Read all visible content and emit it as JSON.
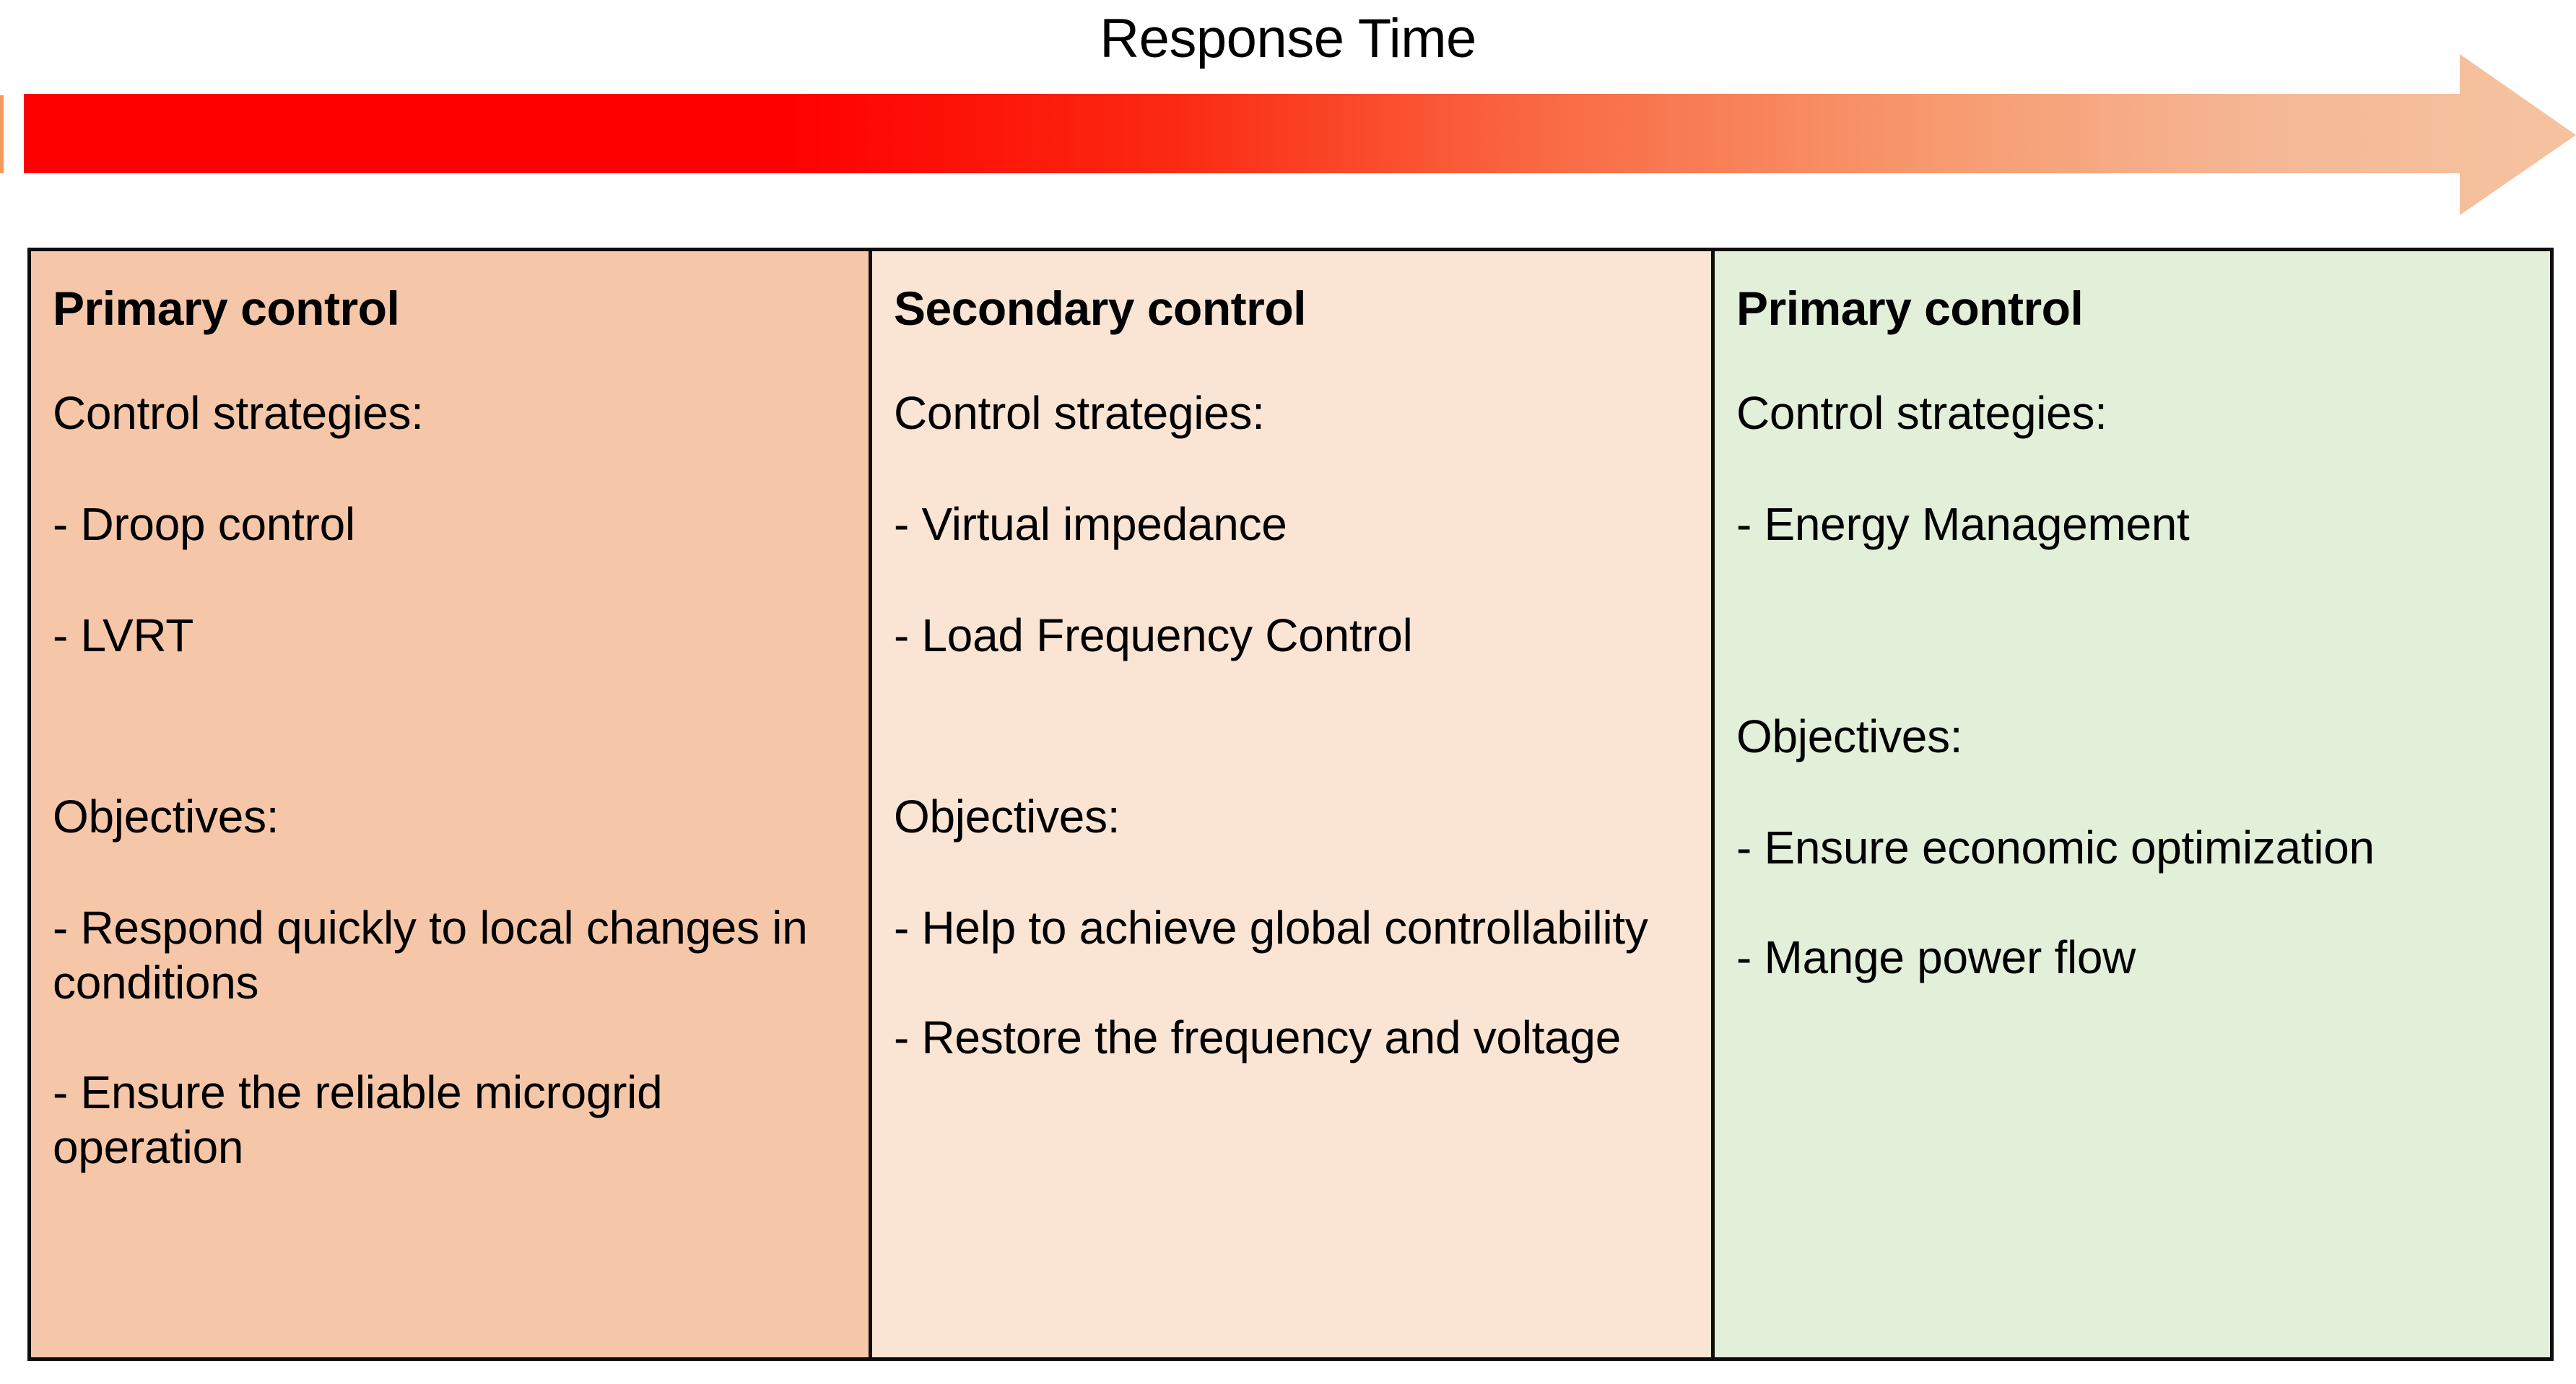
{
  "diagram": {
    "axis_title": "Response Time",
    "arrow": {
      "name": "response-time-gradient-arrow",
      "direction": "left-to-right",
      "gradient_start_color": "#FF0000",
      "gradient_end_color": "#F5C3A0",
      "meaning": "response time increases from left (fastest) to right (slowest)"
    },
    "colors": {
      "column_1_bg": "#F5C7A8",
      "column_2_bg": "#FAE4D3",
      "column_3_bg": "#E2EFD9",
      "border": "#0D0D0D",
      "text": "#000000"
    },
    "columns": [
      {
        "id": "primary-control",
        "title": "Primary control",
        "strategies_label": "Control strategies:",
        "strategies": [
          "- Droop control",
          "- LVRT"
        ],
        "objectives_label": "Objectives:",
        "objectives": [
          "- Respond quickly to local changes in conditions",
          "- Ensure the reliable microgrid operation"
        ]
      },
      {
        "id": "secondary-control",
        "title": "Secondary control",
        "strategies_label": "Control strategies:",
        "strategies": [
          "- Virtual impedance",
          "- Load Frequency Control"
        ],
        "objectives_label": "Objectives:",
        "objectives": [
          "- Help to achieve global controllability",
          "- Restore the frequency and voltage"
        ]
      },
      {
        "id": "tertiary-control",
        "title": "Primary control",
        "strategies_label": "Control strategies:",
        "strategies": [
          "- Energy Management"
        ],
        "objectives_label": "Objectives:",
        "objectives": [
          "- Ensure economic optimization",
          "- Mange power flow"
        ]
      }
    ]
  }
}
